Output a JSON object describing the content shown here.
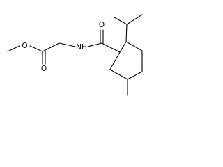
{
  "molecule": {
    "atoms": {
      "o_ether": "O",
      "o_ester_carbonyl": "O",
      "n_amide": "NH",
      "o_amide_carbonyl": "O"
    }
  },
  "colors": {
    "bond": "#000000",
    "label": "#000000",
    "background": "#ffffff"
  }
}
